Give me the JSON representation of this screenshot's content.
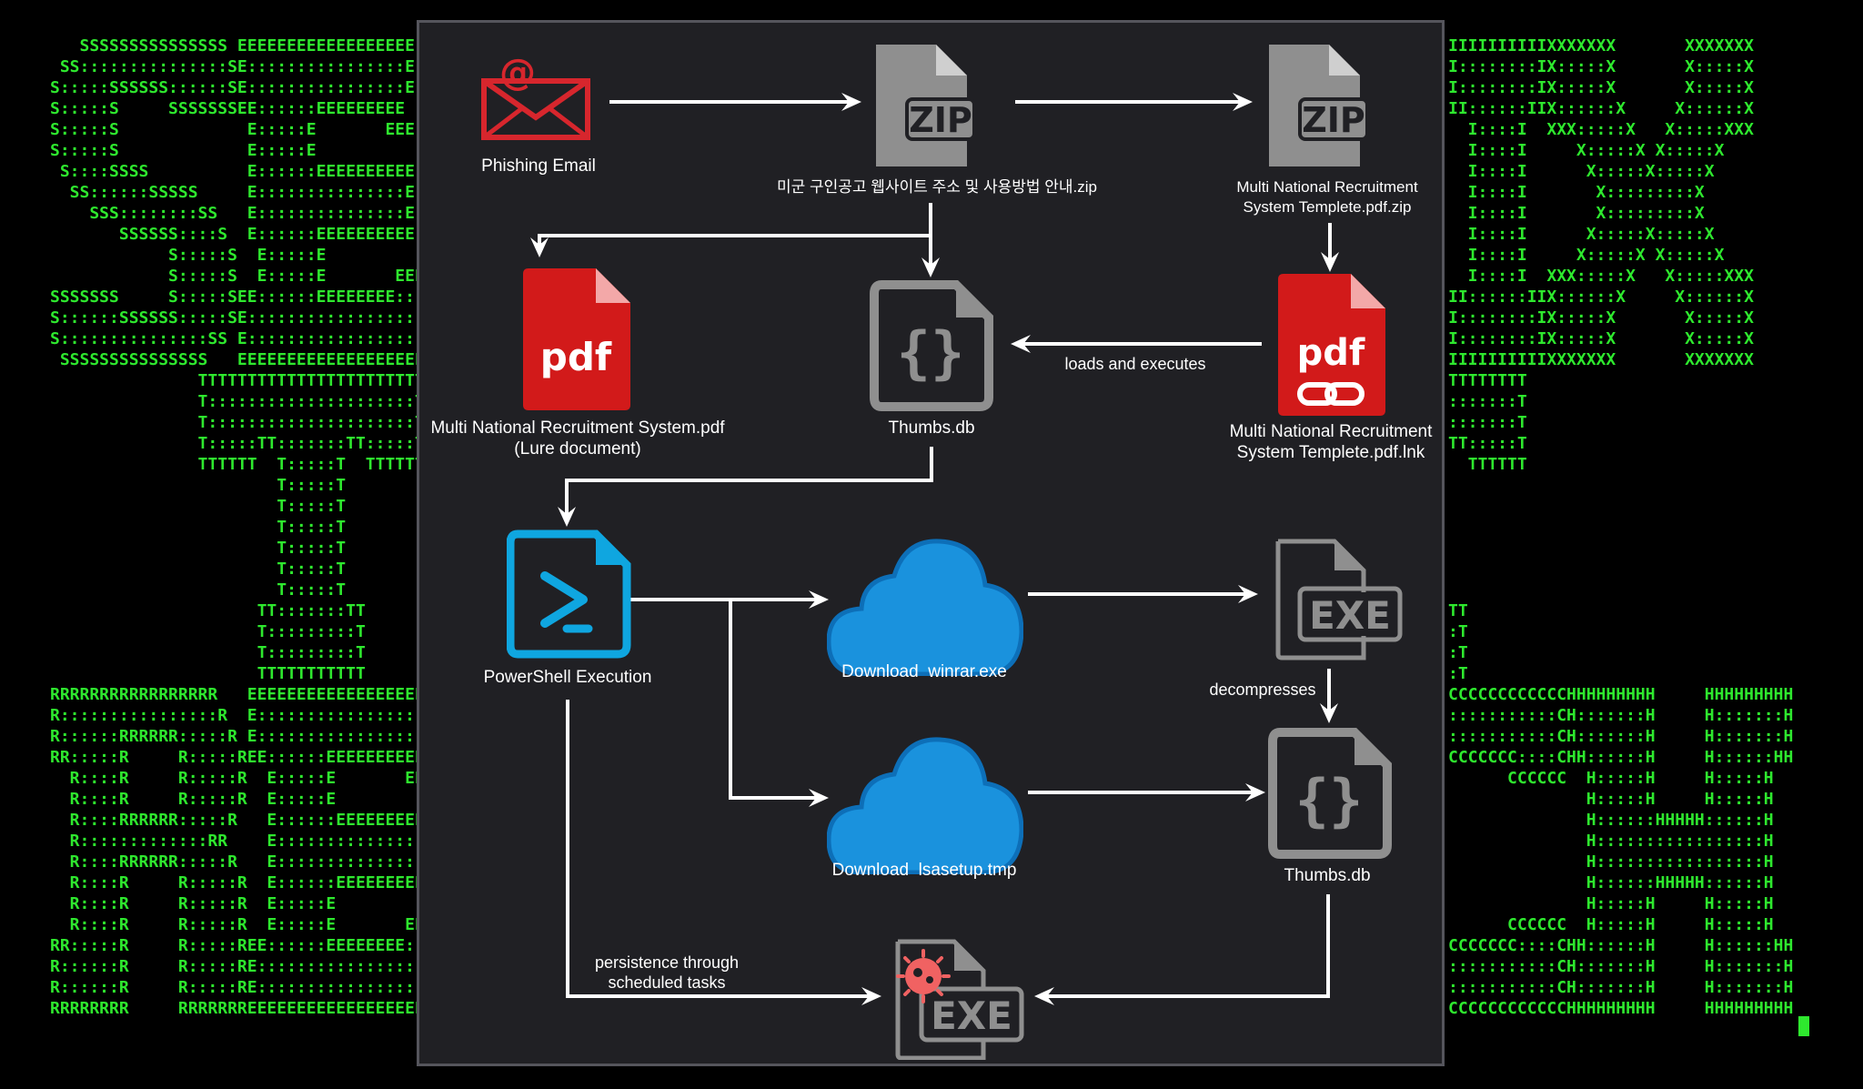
{
  "background": {
    "color": "#000000",
    "text_color": "#2ee82e",
    "left_lines": [
      "   SSSSSSSSSSSSSSS EEEEEEEEEEEEEEEEEE",
      " SS:::::::::::::::SE::::::::::::::::E",
      "S:::::SSSSSS::::::SE::::::::::::::::E",
      "S:::::S     SSSSSSSEE::::::EEEEEEEEE",
      "S:::::S             E:::::E       EEE",
      "S:::::S             E:::::E",
      " S::::SSSS          E::::::EEEEEEEEEE",
      "  SS::::::SSSSS     E:::::::::::::::E",
      "    SSS::::::::SS   E:::::::::::::::E",
      "       SSSSSS::::S  E::::::EEEEEEEEEE",
      "            S:::::S  E:::::E",
      "            S:::::S  E:::::E       EEE",
      "SSSSSSS     S:::::SEE::::::EEEEEEEE:::",
      "S::::::SSSSSS:::::SE::::::::::::::::::",
      "S:::::::::::::::SS E::::::::::::::::::",
      " SSSSSSSSSSSSSSS   EEEEEEEEEEEEEEEEEEE",
      "               TTTTTTTTTTTTTTTTTTTTTTT",
      "               T:::::::::::::::::::::T",
      "               T:::::::::::::::::::::T",
      "               T:::::TT:::::::TT:::::T",
      "               TTTTTT  T:::::T  TTTTTT",
      "                       T:::::T",
      "                       T:::::T",
      "                       T:::::T",
      "                       T:::::T",
      "                       T:::::T",
      "                       T:::::T",
      "                     TT:::::::TT",
      "                     T:::::::::T",
      "                     T:::::::::T",
      "                     TTTTTTTTTTT",
      "RRRRRRRRRRRRRRRRR   EEEEEEEEEEEEEEEEEEE",
      "R::::::::::::::::R  E::::::::::::::::::",
      "R::::::RRRRRR:::::R E::::::::::::::::::",
      "RR:::::R     R:::::REE::::::EEEEEEEEEEE",
      "  R::::R     R:::::R  E:::::E       EEE",
      "  R::::R     R:::::R  E:::::E",
      "  R::::RRRRRR:::::R   E::::::EEEEEEEEEE",
      "  R:::::::::::::RR    E:::::::::::::::E",
      "  R::::RRRRRR:::::R   E:::::::::::::::E",
      "  R::::R     R:::::R  E::::::EEEEEEEEEE",
      "  R::::R     R:::::R  E:::::E",
      "  R::::R     R:::::R  E:::::E       EEE",
      "RR:::::R     R:::::REE::::::EEEEEEEE:::",
      "R::::::R     R:::::RE::::::::::::::::::",
      "R::::::R     R:::::RE::::::::::::::::::",
      "RRRRRRRR     RRRRRRREEEEEEEEEEEEEEEEEEE"
    ],
    "right_lines": [
      "IIIIIIIIIIXXXXXXX       XXXXXXX",
      "I::::::::IX:::::X       X:::::X",
      "I::::::::IX:::::X       X:::::X",
      "II::::::IIX::::::X     X::::::X",
      "  I::::I  XXX:::::X   X:::::XXX",
      "  I::::I     X:::::X X:::::X",
      "  I::::I      X:::::X:::::X",
      "  I::::I       X:::::::::X",
      "  I::::I       X:::::::::X",
      "  I::::I      X:::::X:::::X",
      "  I::::I     X:::::X X:::::X",
      "  I::::I  XXX:::::X   X:::::XXX",
      "II::::::IIX::::::X     X::::::X",
      "I::::::::IX:::::X       X:::::X",
      "I::::::::IX:::::X       X:::::X",
      "IIIIIIIIIIXXXXXXX       XXXXXXX",
      "TTTTTTTT",
      ":::::::T",
      ":::::::T",
      "TT:::::T",
      "  TTTTTT",
      "",
      "",
      "",
      "",
      "",
      "",
      "TT",
      ":T",
      ":T",
      ":T",
      "CCCCCCCCCCCCHHHHHHHHH     HHHHHHHHH",
      ":::::::::::CH:::::::H     H:::::::H",
      ":::::::::::CH:::::::H     H:::::::H",
      "CCCCCCC::::CHH::::::H     H::::::HH",
      "      CCCCCC  H:::::H     H:::::H",
      "              H:::::H     H:::::H",
      "              H::::::HHHHH::::::H",
      "              H:::::::::::::::::H",
      "              H:::::::::::::::::H",
      "              H::::::HHHHH::::::H",
      "              H:::::H     H:::::H",
      "      CCCCCC  H:::::H     H:::::H",
      "CCCCCCC::::CHH::::::H     H::::::HH",
      ":::::::::::CH:::::::H     H:::::::H",
      ":::::::::::CH:::::::H     H:::::::H",
      "CCCCCCCCCCCCHHHHHHHHH     HHHHHHHHH"
    ]
  },
  "panel": {
    "background": "#202024",
    "border": "#55555c"
  },
  "colors": {
    "arrow": "#ffffff",
    "email_red": "#d7262d",
    "file_gray": "#8f8f8f",
    "file_fold": "#cfcfcf",
    "pdf_red": "#d21a1a",
    "pdf_fold": "#f3a8a8",
    "powershell_blue": "#0fa6e0",
    "cloud_blue": "#1a92dd",
    "cloud_dark": "#0d6fb8",
    "malware_red": "#f06262"
  },
  "nodes": {
    "phishing_email": {
      "label": "Phishing Email",
      "icon": "email-icon"
    },
    "zip_korean": {
      "label": "미군 구인공고 웹사이트 주소 및 사용방법 안내.zip",
      "icon": "zip-file-icon",
      "text": "ZIP"
    },
    "zip_template": {
      "label": "Multi National Recruitment\nSystem Templete.pdf.zip",
      "icon": "zip-file-icon",
      "text": "ZIP"
    },
    "lure_pdf": {
      "label": "Multi National Recruitment System.pdf\n(Lure document)",
      "icon": "pdf-file-icon",
      "text": "pdf"
    },
    "thumbs_db_1": {
      "label": "Thumbs.db",
      "icon": "script-file-icon",
      "text": "{}"
    },
    "lnk_pdf": {
      "label": "Multi National Recruitment\nSystem Templete.pdf.lnk",
      "icon": "pdf-shortcut-icon",
      "text": "pdf"
    },
    "powershell": {
      "label": "PowerShell Execution",
      "icon": "powershell-icon"
    },
    "download_winrar": {
      "label": "Download  winrar.exe",
      "icon": "cloud-icon"
    },
    "winrar_exe": {
      "label": "",
      "icon": "exe-file-icon",
      "text": "EXE"
    },
    "download_lsasetup": {
      "label": "Download  lsasetup.tmp",
      "icon": "cloud-icon"
    },
    "thumbs_db_2": {
      "label": "Thumbs.db",
      "icon": "script-file-icon",
      "text": "{}"
    },
    "malware_exe": {
      "label": "",
      "icon": "malware-exe-icon",
      "text": "EXE"
    }
  },
  "edges": [
    {
      "from": "phishing_email",
      "to": "zip_korean",
      "label": ""
    },
    {
      "from": "zip_korean",
      "to": "zip_template",
      "label": ""
    },
    {
      "from": "zip_korean",
      "to": "lure_pdf",
      "label": ""
    },
    {
      "from": "zip_korean",
      "to": "thumbs_db_1",
      "label": ""
    },
    {
      "from": "zip_template",
      "to": "lnk_pdf",
      "label": ""
    },
    {
      "from": "lnk_pdf",
      "to": "thumbs_db_1",
      "label": "loads and executes"
    },
    {
      "from": "thumbs_db_1",
      "to": "powershell",
      "label": ""
    },
    {
      "from": "powershell",
      "to": "download_winrar",
      "label": ""
    },
    {
      "from": "powershell",
      "to": "download_lsasetup",
      "label": ""
    },
    {
      "from": "download_winrar",
      "to": "winrar_exe",
      "label": ""
    },
    {
      "from": "download_lsasetup",
      "to": "thumbs_db_2",
      "label": ""
    },
    {
      "from": "winrar_exe",
      "to": "thumbs_db_2",
      "label": "decompresses"
    },
    {
      "from": "thumbs_db_2",
      "to": "malware_exe",
      "label": ""
    },
    {
      "from": "powershell",
      "to": "malware_exe",
      "label": "persistence through\nscheduled tasks"
    }
  ]
}
